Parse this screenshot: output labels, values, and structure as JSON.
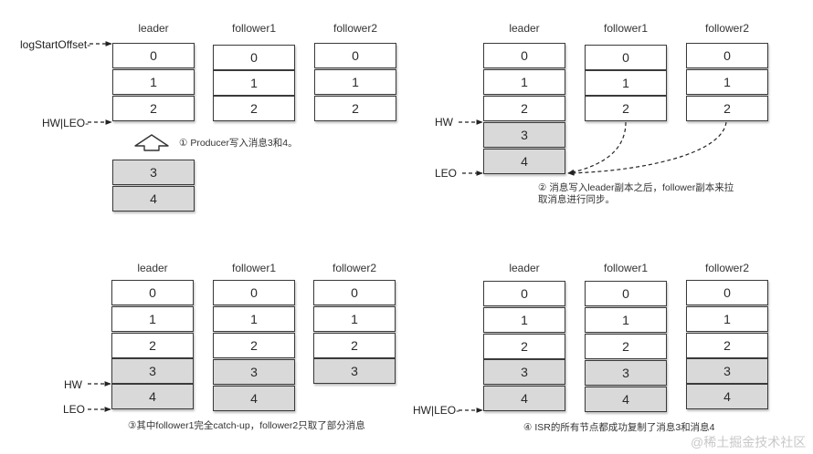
{
  "panels": [
    {
      "columns": [
        {
          "label": "leader",
          "cells": [
            "0",
            "1",
            "2"
          ]
        },
        {
          "label": "follower1",
          "cells": [
            "0",
            "1",
            "2"
          ]
        },
        {
          "label": "follower2",
          "cells": [
            "0",
            "1",
            "2"
          ]
        }
      ],
      "pending_cells": [
        "3",
        "4"
      ],
      "pointers": {
        "log_start": "logStartOffset-",
        "hw_leo": "HW|LEO-"
      },
      "caption": "① Producer写入消息3和4。"
    },
    {
      "columns": [
        {
          "label": "leader",
          "cells": [
            "0",
            "1",
            "2",
            "3",
            "4"
          ]
        },
        {
          "label": "follower1",
          "cells": [
            "0",
            "1",
            "2"
          ]
        },
        {
          "label": "follower2",
          "cells": [
            "0",
            "1",
            "2"
          ]
        }
      ],
      "pointers": {
        "hw": "HW",
        "leo": "LEO"
      },
      "caption_line1": "② 消息写入leader副本之后，follower副本来拉",
      "caption_line2": "取消息进行同步。"
    },
    {
      "columns": [
        {
          "label": "leader",
          "cells": [
            "0",
            "1",
            "2",
            "3",
            "4"
          ]
        },
        {
          "label": "follower1",
          "cells": [
            "0",
            "1",
            "2",
            "3",
            "4"
          ]
        },
        {
          "label": "follower2",
          "cells": [
            "0",
            "1",
            "2",
            "3"
          ]
        }
      ],
      "pointers": {
        "hw": "HW",
        "leo": "LEO"
      },
      "caption": "③其中follower1完全catch-up，follower2只取了部分消息"
    },
    {
      "columns": [
        {
          "label": "leader",
          "cells": [
            "0",
            "1",
            "2",
            "3",
            "4"
          ]
        },
        {
          "label": "follower1",
          "cells": [
            "0",
            "1",
            "2",
            "3",
            "4"
          ]
        },
        {
          "label": "follower2",
          "cells": [
            "0",
            "1",
            "2",
            "3",
            "4"
          ]
        }
      ],
      "pointers": {
        "hw_leo": "HW|LEO-"
      },
      "caption": "④ ISR的所有节点都成功复制了消息3和消息4"
    }
  ],
  "watermark": "@稀土掘金技术社区",
  "colors": {
    "committed_cell": "#ffffff",
    "uncommitted_cell": "#d9d9d9",
    "border": "#3a3a3a"
  }
}
